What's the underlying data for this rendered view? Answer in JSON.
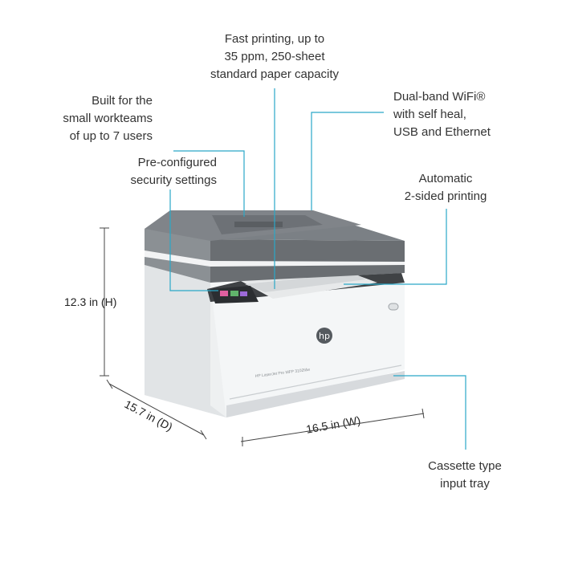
{
  "callouts": {
    "fast_printing": "Fast printing, up to\n35 ppm, 250-sheet\nstandard paper capacity",
    "workteams": "Built for the\nsmall workteams\nof up to 7 users",
    "wifi": "Dual-band WiFi®\nwith self heal,\nUSB and Ethernet",
    "security": "Pre-configured\nsecurity settings",
    "duplex": "Automatic\n2-sided printing",
    "cassette": "Cassette type\ninput tray"
  },
  "dimensions": {
    "height": "12.3 in (H)",
    "depth": "15.7 in (D)",
    "width": "16.5 in (W)"
  },
  "product": {
    "brand_logo": "hp",
    "model_label": "HP LaserJet Pro MFP 3102fdw"
  },
  "colors": {
    "callout_line": "#2aa8c8",
    "printer_body": "#f1f3f3",
    "printer_dark": "#6a6e72",
    "dimension_line": "#444444"
  }
}
